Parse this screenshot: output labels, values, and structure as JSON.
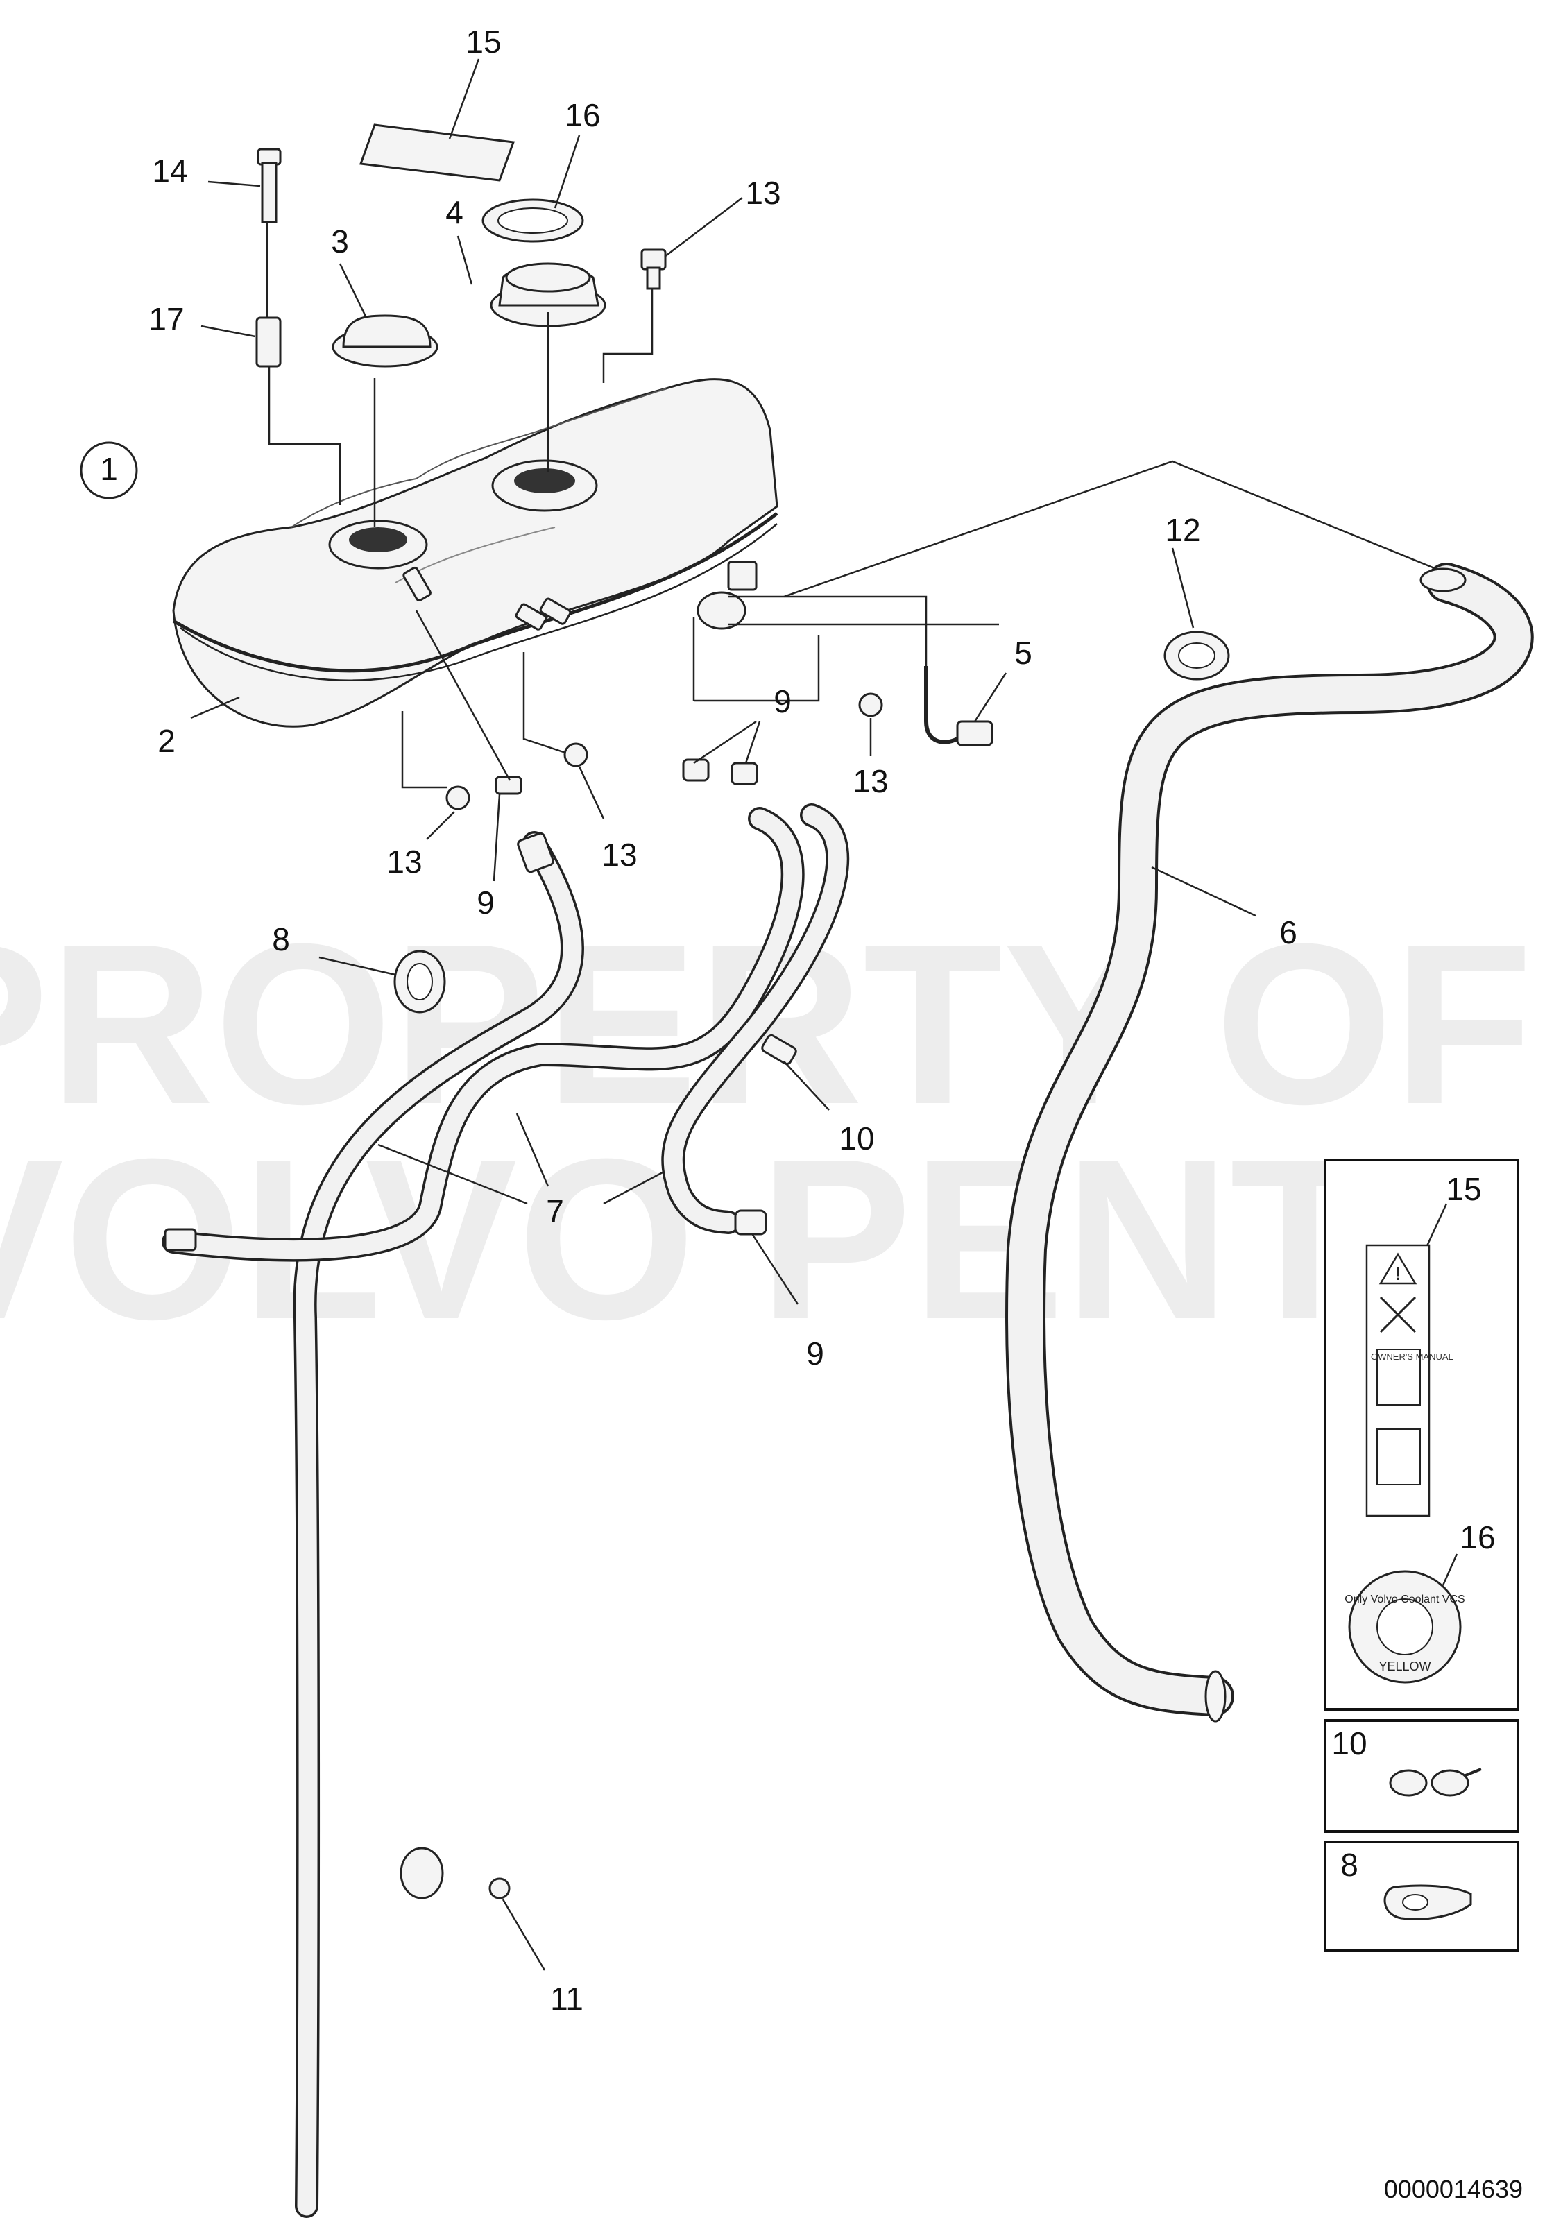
{
  "watermark": {
    "line1": "PROPERTY OF",
    "line2": "VOLVO PENTA"
  },
  "diagram_code": "0000014639",
  "group_marker": "1",
  "callouts": [
    {
      "id": "c15",
      "text": "15"
    },
    {
      "id": "c16",
      "text": "16"
    },
    {
      "id": "c14",
      "text": "14"
    },
    {
      "id": "c13a",
      "text": "13"
    },
    {
      "id": "c4",
      "text": "4"
    },
    {
      "id": "c3",
      "text": "3"
    },
    {
      "id": "c17",
      "text": "17"
    },
    {
      "id": "c12",
      "text": "12"
    },
    {
      "id": "c5",
      "text": "5"
    },
    {
      "id": "c2",
      "text": "2"
    },
    {
      "id": "c9a",
      "text": "9"
    },
    {
      "id": "c13b",
      "text": "13"
    },
    {
      "id": "c13c",
      "text": "13"
    },
    {
      "id": "c13d",
      "text": "13"
    },
    {
      "id": "c9b",
      "text": "9"
    },
    {
      "id": "c8",
      "text": "8"
    },
    {
      "id": "c6",
      "text": "6"
    },
    {
      "id": "c10",
      "text": "10"
    },
    {
      "id": "c7",
      "text": "7"
    },
    {
      "id": "c9c",
      "text": "9"
    },
    {
      "id": "c11",
      "text": "11"
    }
  ],
  "detail_boxes": [
    {
      "number": "15"
    },
    {
      "number": "16",
      "seal_text": "Only Volvo Coolant VCS",
      "seal_color": "YELLOW"
    },
    {
      "number": "10"
    },
    {
      "number": "8"
    }
  ],
  "label_text": {
    "owners_manual": "OWNER'S MANUAL"
  }
}
